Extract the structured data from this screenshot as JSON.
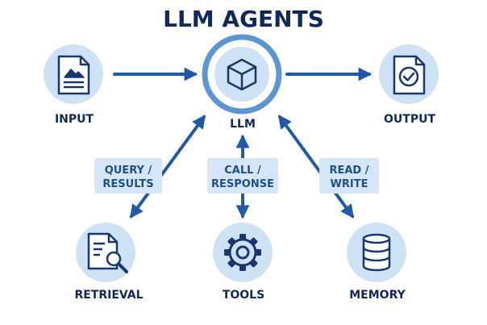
{
  "diagram": {
    "title": "LLM AGENTS",
    "nodes": {
      "input": {
        "label": "INPUT",
        "icon": "document-image-icon"
      },
      "llm": {
        "label": "LLM",
        "icon": "cube-icon"
      },
      "output": {
        "label": "OUTPUT",
        "icon": "document-check-icon"
      },
      "retrieval": {
        "label": "RETRIEVAL",
        "icon": "document-search-icon"
      },
      "tools": {
        "label": "TOOLS",
        "icon": "gear-icon"
      },
      "memory": {
        "label": "MEMORY",
        "icon": "database-icon"
      }
    },
    "edges": {
      "retrieval": {
        "line1": "QUERY /",
        "line2": "RESULTS"
      },
      "tools": {
        "line1": "CALL /",
        "line2": "RESPONSE"
      },
      "memory": {
        "line1": "READ /",
        "line2": "WRITE"
      }
    }
  },
  "colors": {
    "navy": "#0e2a5b",
    "arrow_blue": "#1f5aa6",
    "circle_fill": "#cfe1f5",
    "circle_ring": "#5b95d3",
    "label_box": "#d6e6f7",
    "icon_stroke": "#17386f"
  }
}
